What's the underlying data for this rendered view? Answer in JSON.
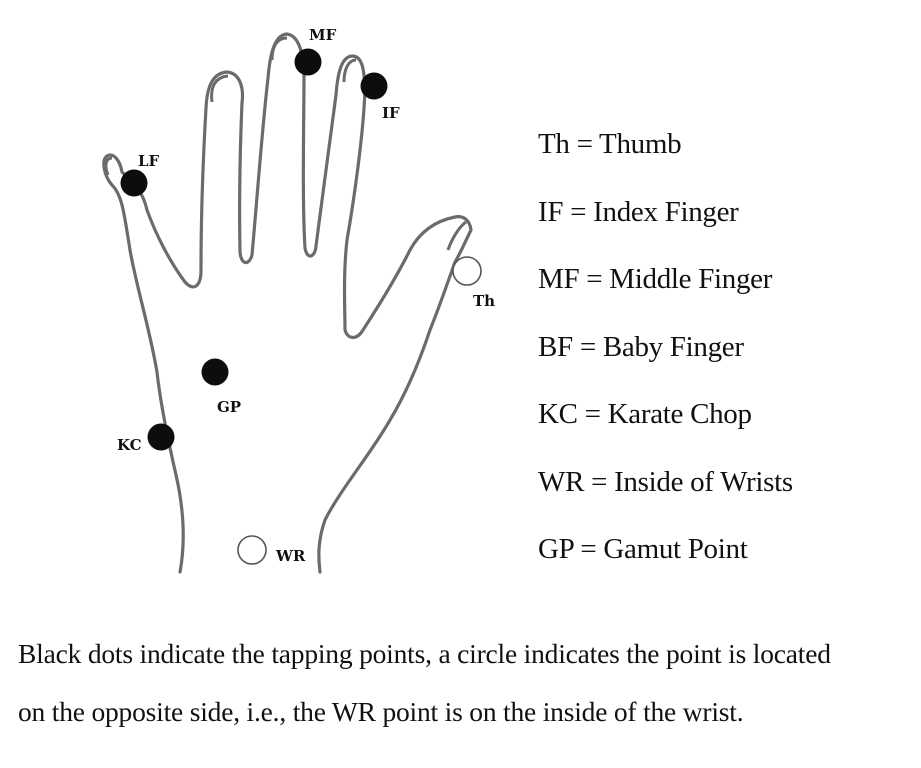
{
  "diagram": {
    "points": {
      "mf": "MF",
      "if": "IF",
      "lf": "LF",
      "th": "Th",
      "gp": "GP",
      "kc": "KC",
      "wr": "WR"
    }
  },
  "legend": [
    "Th = Thumb",
    "IF = Index Finger",
    "MF = Middle Finger",
    "BF = Baby Finger",
    "KC = Karate Chop",
    "WR = Inside of Wrists",
    "GP = Gamut Point"
  ],
  "caption": [
    "Black dots indicate the tapping points, a circle indicates the point is located",
    "on the opposite side, i.e., the WR point is on the inside of the wrist."
  ],
  "colors": {
    "outline": "#6b6b6b",
    "dot": "#0d0d0d",
    "text": "#111111"
  }
}
